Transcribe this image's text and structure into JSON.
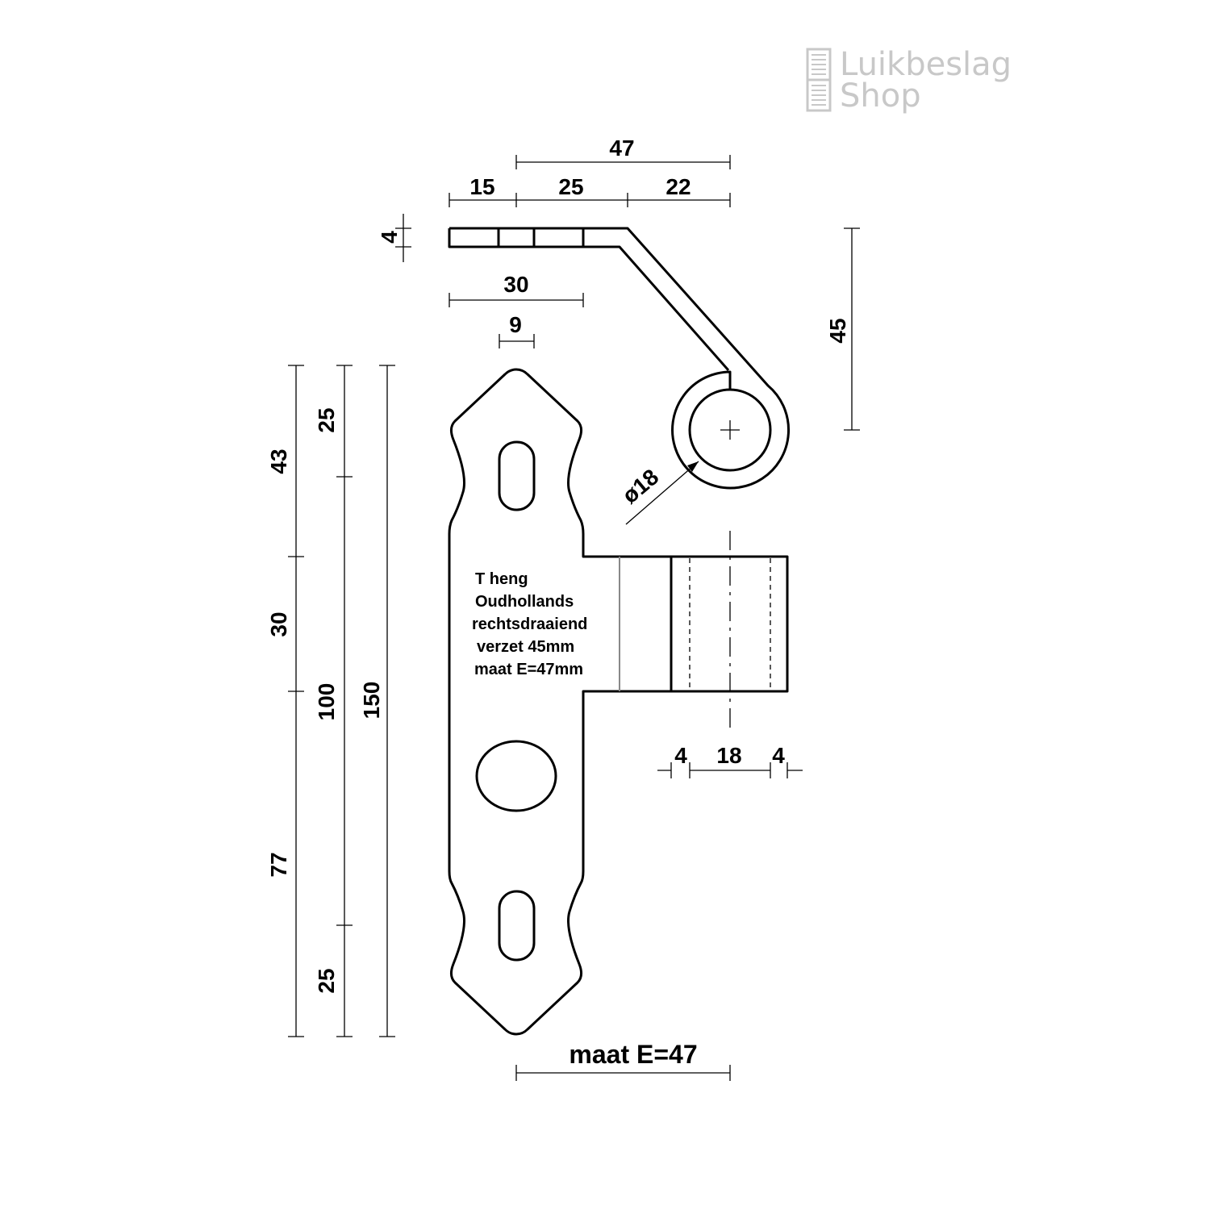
{
  "logo": {
    "line1": "Luikbeslag",
    "line2": "Shop"
  },
  "dimensions": {
    "top_total": "47",
    "top_seg1": "15",
    "top_seg2": "25",
    "top_seg3": "22",
    "thickness": "4",
    "holes_span": "30",
    "slot_width": "9",
    "offset_height": "45",
    "diameter": "ø18",
    "left_a1": "43",
    "left_a2": "30",
    "left_a3": "77",
    "left_b1": "25",
    "left_b2": "100",
    "left_b3": "25",
    "total_length": "150",
    "barrel_wall_left": "4",
    "barrel_inner": "18",
    "barrel_wall_right": "4",
    "maat_e": "maat E=47"
  },
  "note": {
    "lines": [
      "T heng",
      "Oudhollands",
      "rechtsdraaiend",
      "verzet 45mm",
      "maat E=47mm"
    ]
  },
  "colors": {
    "line": "#000000",
    "logo": "#c8c8c8",
    "background": "#ffffff"
  }
}
